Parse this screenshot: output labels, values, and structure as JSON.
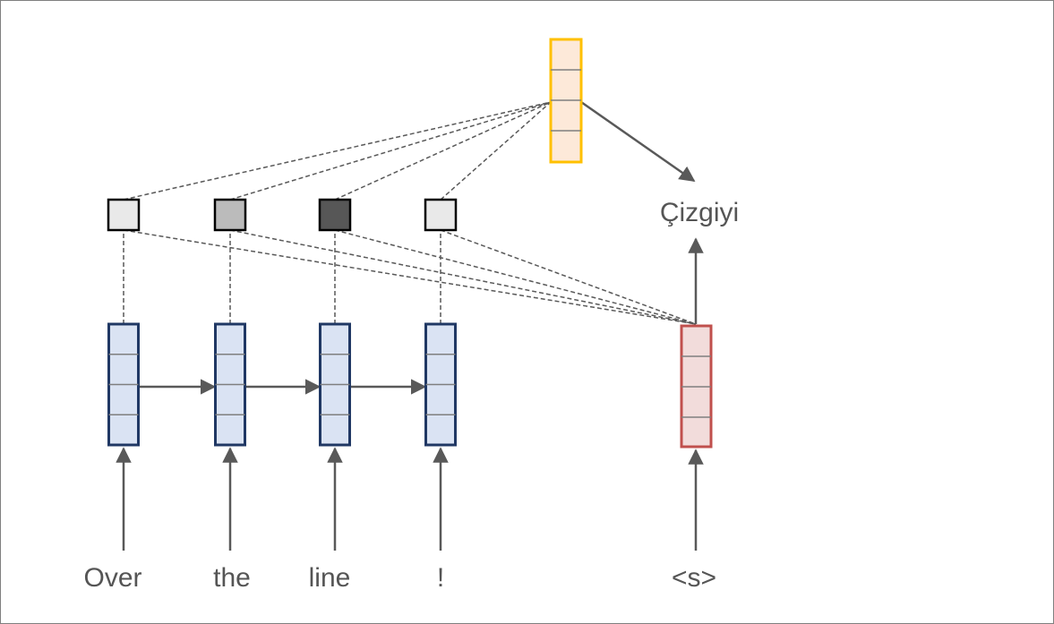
{
  "diagram": {
    "title": "",
    "source_words": [
      "Over",
      "the",
      "line",
      "!"
    ],
    "decoder_input": "<s>",
    "output_word": "Çizgiyi",
    "attention_weights": [
      0.05,
      0.3,
      0.85,
      0.05
    ],
    "colors": {
      "encoder_fill": "#dae3f3",
      "encoder_stroke": "#203864",
      "decoder_fill": "#f2dcdb",
      "decoder_stroke": "#c0504d",
      "context_fill": "#fde9d9",
      "context_stroke": "#ffc000",
      "arrow": "#595959",
      "text": "#555555"
    }
  }
}
